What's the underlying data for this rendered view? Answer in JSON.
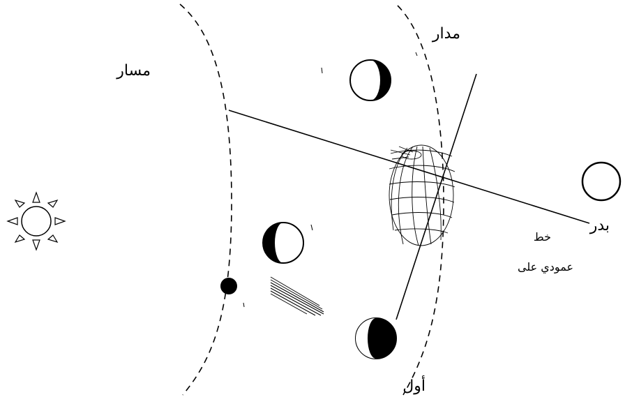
{
  "labels": {
    "orbit_moon": "مدار",
    "path_earth": "مسار",
    "full_moon": "بدر",
    "line_word": "خط",
    "perpendicular_on": "عمودي على",
    "first_quarter": "أول"
  },
  "colors": {
    "ink": "#000000",
    "paper": "#ffffff"
  }
}
